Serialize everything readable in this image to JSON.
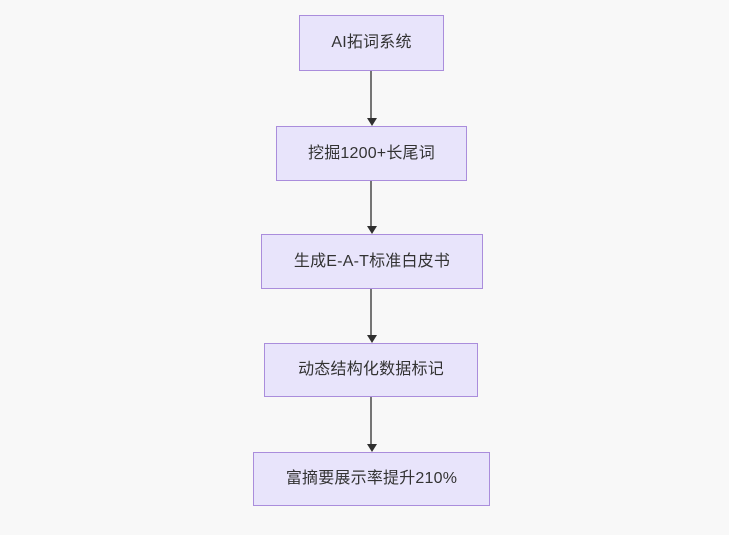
{
  "diagram": {
    "type": "flowchart",
    "direction": "top-to-bottom",
    "background_color": "#f8f8f8",
    "node_fill_color": "#e8e4fb",
    "node_border_color": "#aa8ddc",
    "edge_color": "#757575",
    "arrowhead_color": "#303030",
    "text_color": "#333333",
    "nodes": [
      {
        "id": "node-1",
        "label": "AI拓词系统"
      },
      {
        "id": "node-2",
        "label": "挖掘1200+长尾词"
      },
      {
        "id": "node-3",
        "label": "生成E-A-T标准白皮书"
      },
      {
        "id": "node-4",
        "label": "动态结构化数据标记"
      },
      {
        "id": "node-5",
        "label": "富摘要展示率提升210%"
      }
    ],
    "edges": [
      {
        "id": "edge-1",
        "from": "node-1",
        "to": "node-2",
        "label": ""
      },
      {
        "id": "edge-2",
        "from": "node-2",
        "to": "node-3",
        "label": ""
      },
      {
        "id": "edge-3",
        "from": "node-3",
        "to": "node-4",
        "label": ""
      },
      {
        "id": "edge-4",
        "from": "node-4",
        "to": "node-5",
        "label": ""
      }
    ]
  }
}
